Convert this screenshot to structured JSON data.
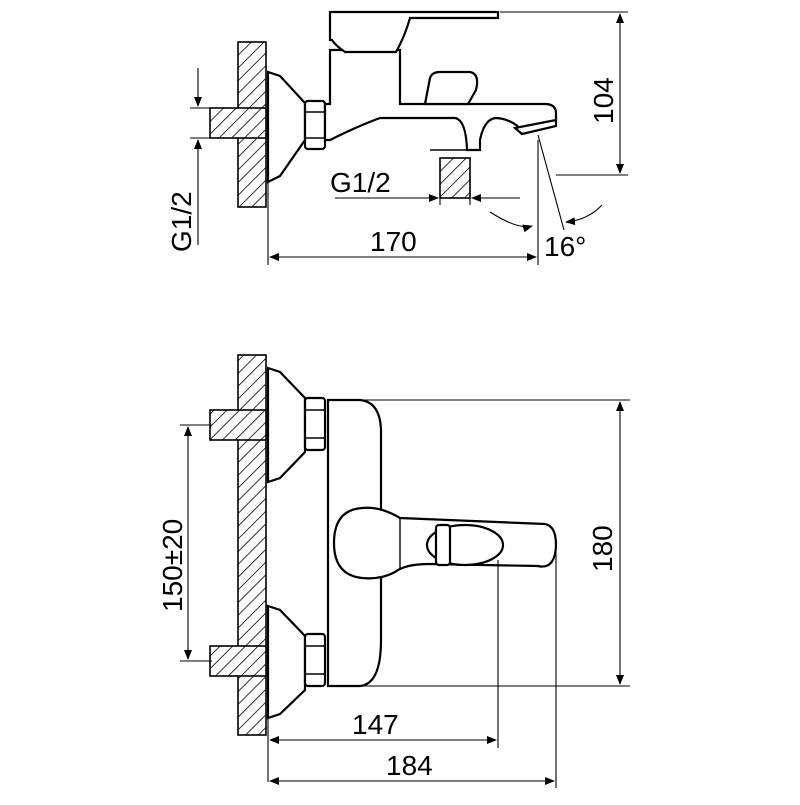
{
  "side_view": {
    "height_label": "104",
    "outlet_thread_label": "G1/2",
    "inlet_thread_label": "G1/2",
    "projection_label": "170",
    "angle_label": "16°"
  },
  "front_view": {
    "centres_label": "150±20",
    "height_label": "180",
    "lever_reach_label": "147",
    "total_reach_label": "184"
  }
}
